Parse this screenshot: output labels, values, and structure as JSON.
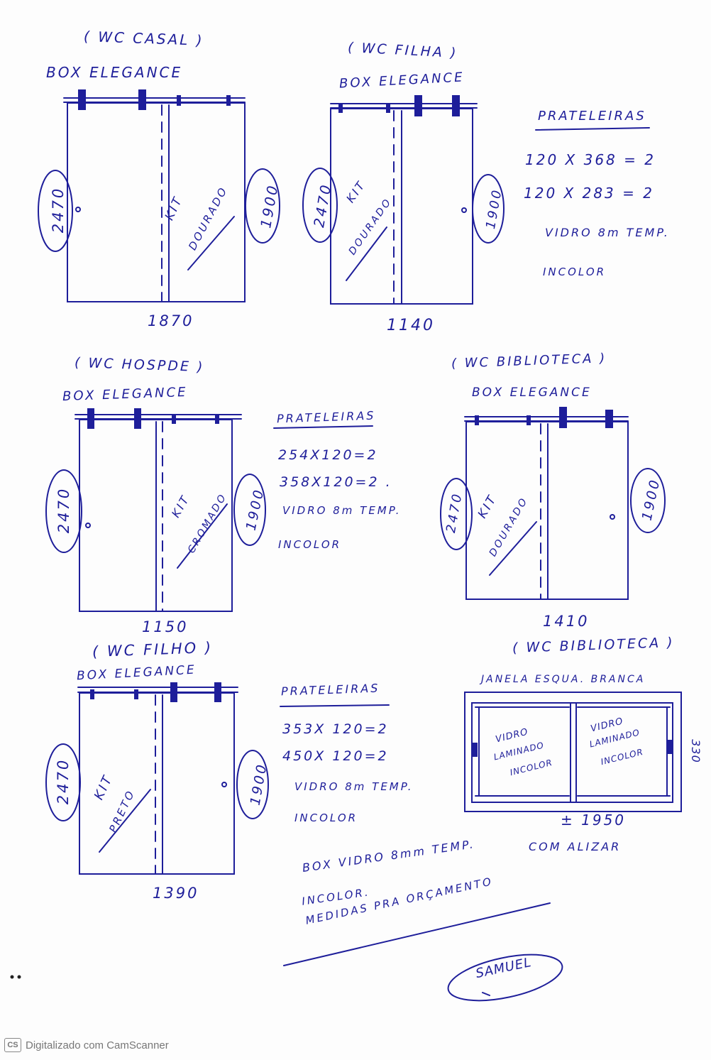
{
  "casal": {
    "title": "( WC CASAL )",
    "product": "BOX ELEGANCE",
    "height": "2470",
    "passage": "1900",
    "kit": [
      "KIT",
      "DOURADO"
    ],
    "width": "1870"
  },
  "filha": {
    "title": "( WC FILHA )",
    "product": "BOX ELEGANCE",
    "height": "2470",
    "passage": "1900",
    "kit": [
      "KIT",
      "DOURADO"
    ],
    "width": "1140"
  },
  "hospede": {
    "title": "( WC HOSPDE )",
    "product": "BOX ELEGANCE",
    "height": "2470",
    "passage": "1900",
    "kit": [
      "KIT",
      "CROMADO"
    ],
    "width": "1150"
  },
  "biblioteca": {
    "title": "( WC BIBLIOTECA )",
    "product": "BOX ELEGANCE",
    "height": "2470",
    "passage": "1900",
    "kit": [
      "KIT",
      "DOURADO"
    ],
    "width": "1410"
  },
  "filho": {
    "title": "( WC FILHO )",
    "product": "BOX ELEGANCE",
    "height": "2470",
    "passage": "1900",
    "kit": [
      "KIT",
      "PRETO"
    ],
    "width": "1390"
  },
  "janela": {
    "title": "( WC BIBLIOTECA )",
    "subtitle": "JANELA ESQUA. BRANCA",
    "pane_left": [
      "VIDRO",
      "LAMINADO",
      "INCOLOR"
    ],
    "pane_right": [
      "VIDRO",
      "LAMINADO",
      "INCOLOR"
    ],
    "height": "330",
    "width": "± 1950",
    "note": "COM ALIZAR"
  },
  "notes_1": {
    "heading": "PRATELEIRAS",
    "lines": [
      "120 X 368 = 2",
      "120 X 283 = 2",
      "VIDRO 8m TEMP.",
      "INCOLOR"
    ]
  },
  "notes_2": {
    "heading": "PRATELEIRAS",
    "lines": [
      "254X120=2",
      "358X120=2 .",
      "VIDRO 8m TEMP.",
      "INCOLOR"
    ]
  },
  "notes_3": {
    "heading": "PRATELEIRAS",
    "lines": [
      "353X 120=2",
      "450X 120=2",
      "VIDRO 8m TEMP.",
      "INCOLOR"
    ]
  },
  "footer_note": [
    "BOX VIDRO 8mm TEMP.",
    "INCOLOR.",
    "MEDIDAS PRA ORÇAMENTO"
  ],
  "signature": "SAMUEL",
  "scanner": {
    "logo": "CS",
    "label": "Digitalizado com CamScanner"
  },
  "colors": {
    "ink": "#1e1e9a",
    "background": "#fdfdfd"
  }
}
